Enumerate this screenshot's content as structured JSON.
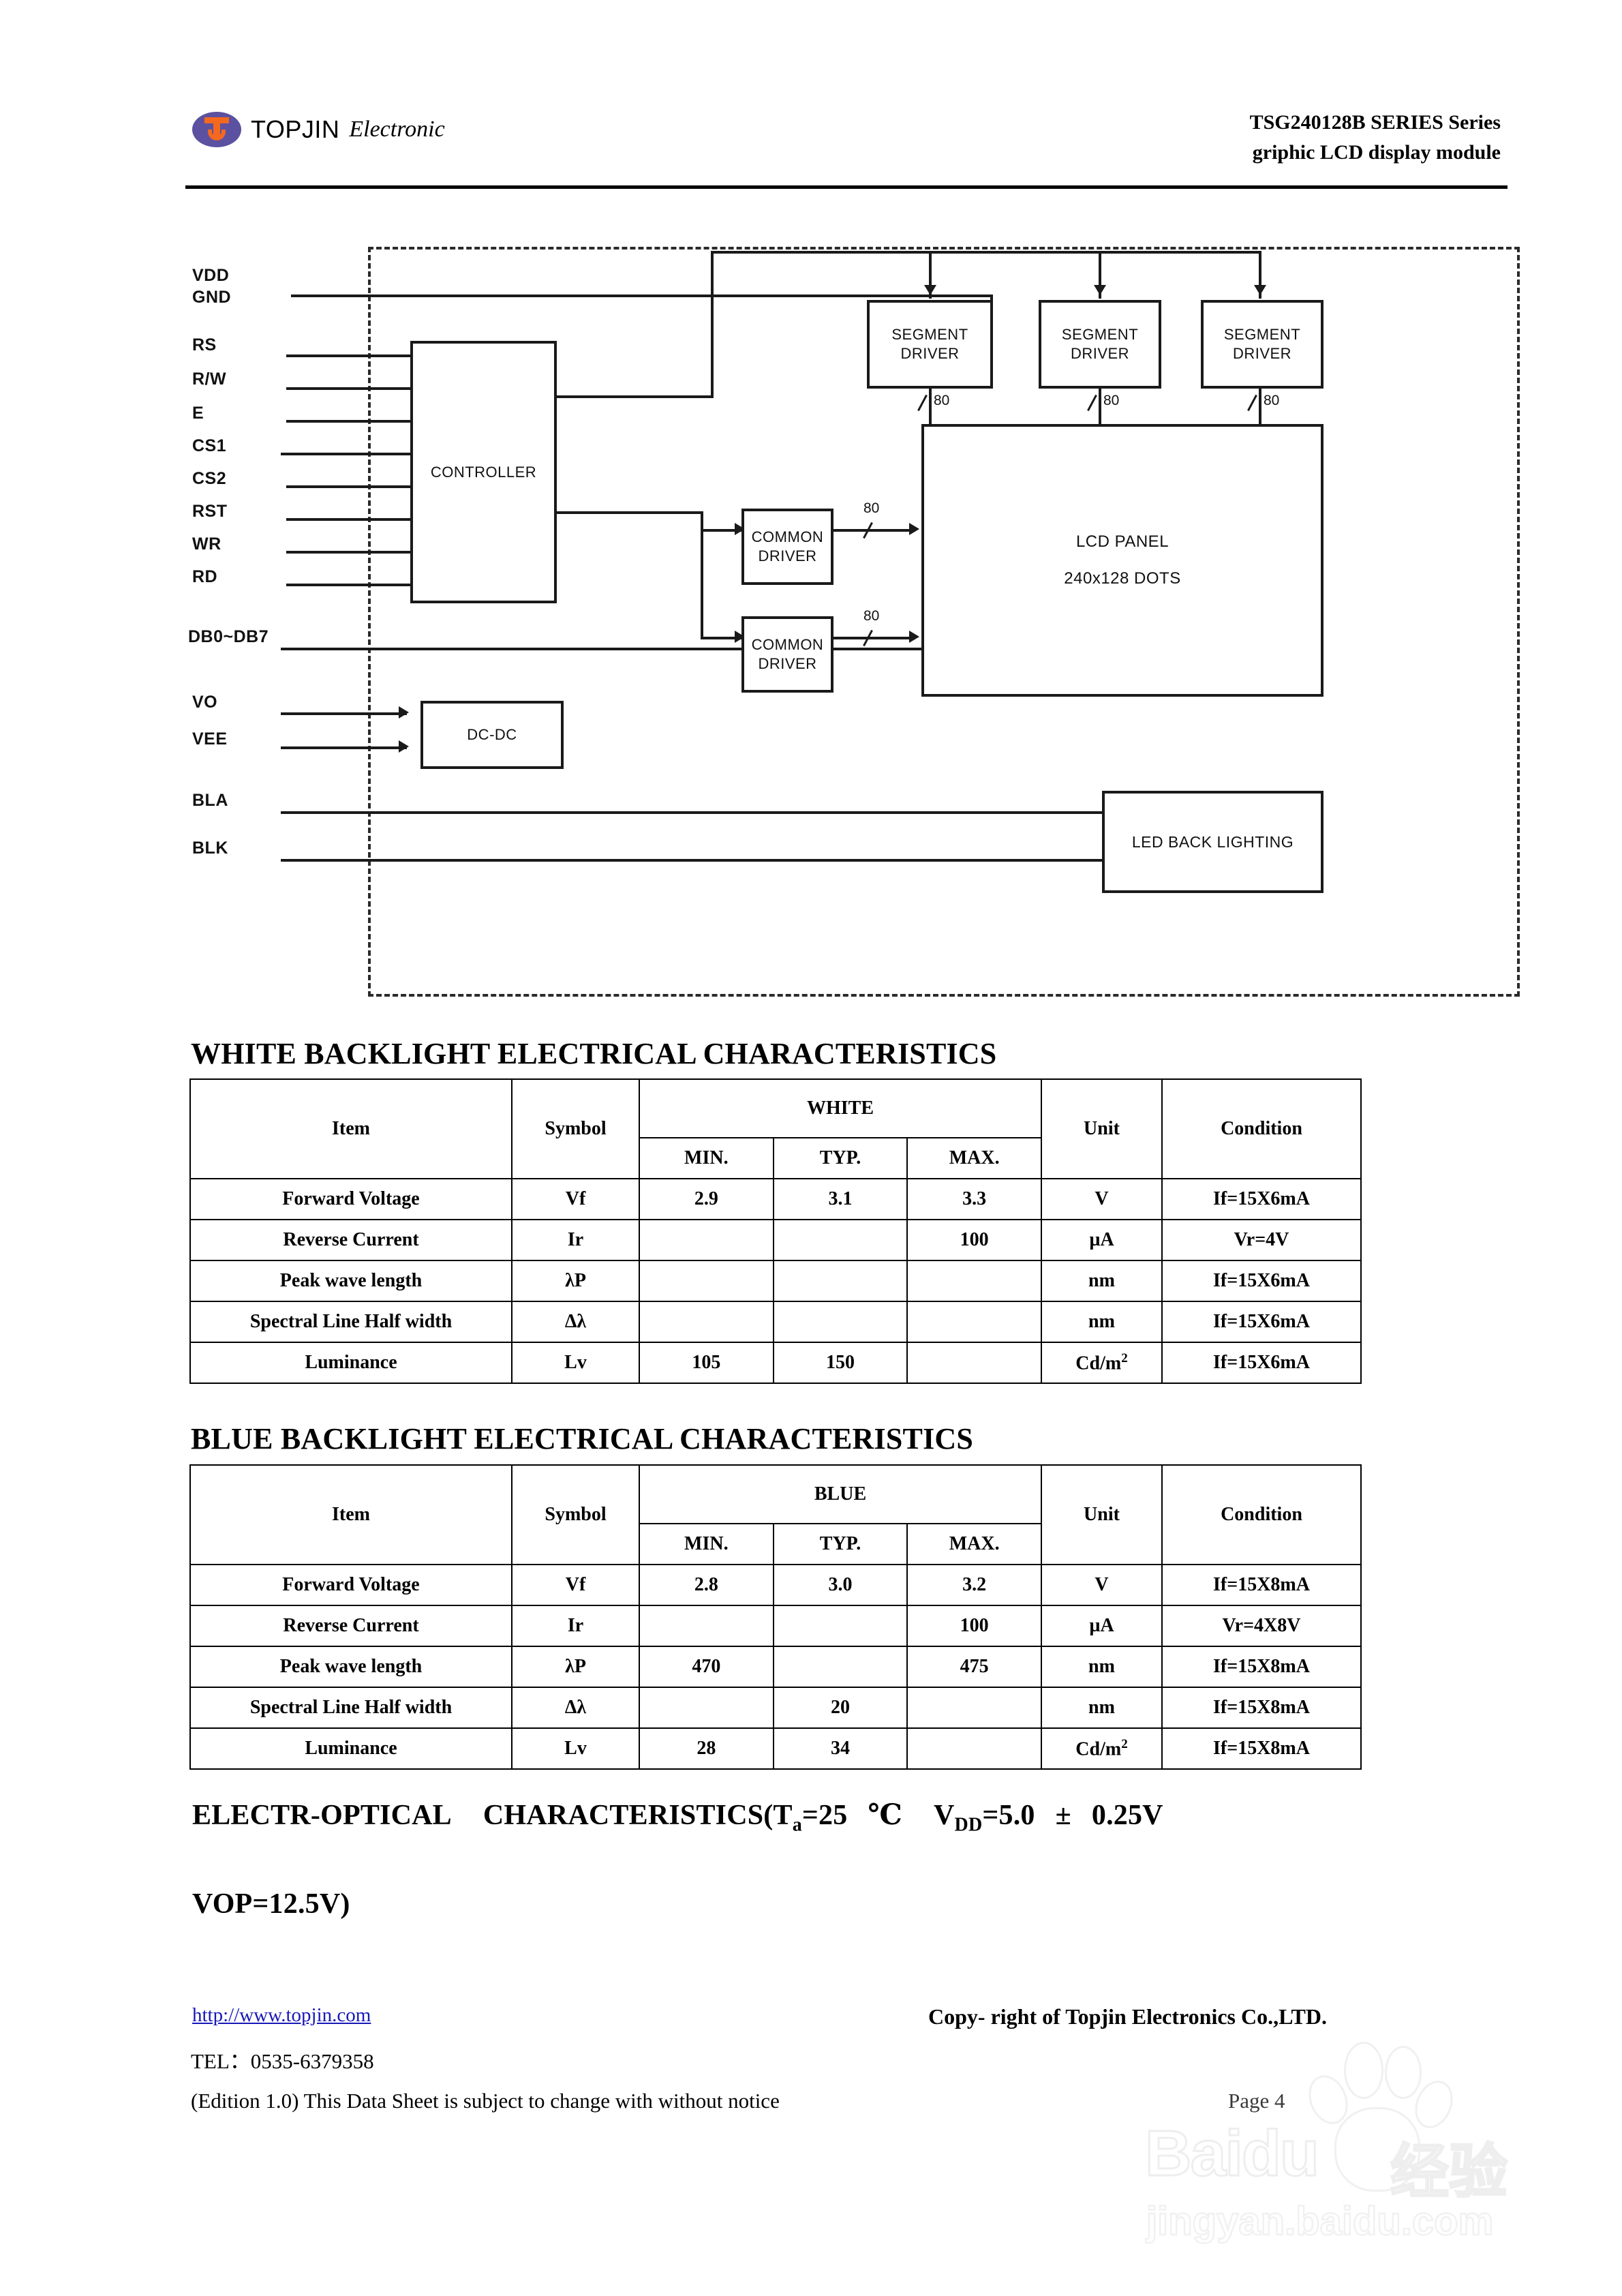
{
  "header": {
    "brand_name": "TOPJIN",
    "brand_sub": "Electronic",
    "product_line1": "TSG240128B SERIES Series",
    "product_line2": "griphic LCD display module"
  },
  "diagram": {
    "pins_top": [
      "VDD",
      "GND"
    ],
    "pins_control": [
      "RS",
      "R/W",
      "E",
      "CS1",
      "CS2",
      "RST",
      "WR",
      "RD"
    ],
    "pin_data": "DB0~DB7",
    "pins_power": [
      "VO",
      "VEE"
    ],
    "pins_backlight": [
      "BLA",
      "BLK"
    ],
    "controller_label": "CONTROLLER",
    "dcdc_label": "DC-DC",
    "segment_driver_label_line1": "SEGMENT",
    "segment_driver_label_line2": "DRIVER",
    "common_driver_label_line1": "COMMON",
    "common_driver_label_line2": "DRIVER",
    "lcd_panel_line1": "LCD PANEL",
    "lcd_panel_line2": "240x128 DOTS",
    "backlight_label": "LED BACK LIGHTING",
    "seg_bus_labels": [
      "80",
      "80",
      "80"
    ],
    "com_bus_labels": [
      "80",
      "80"
    ]
  },
  "white_section": {
    "title": "WHITE BACKLIGHT ELECTRICAL CHARACTERISTICS",
    "headers": {
      "item": "Item",
      "symbol": "Symbol",
      "group": "WHITE",
      "unit": "Unit",
      "condition": "Condition",
      "min": "MIN.",
      "typ": "TYP.",
      "max": "MAX."
    },
    "rows": [
      {
        "item": "Forward Voltage",
        "symbol": "Vf",
        "min": "2.9",
        "typ": "3.1",
        "max": "3.3",
        "unit": "V",
        "condition": "If=15X6mA"
      },
      {
        "item": "Reverse Current",
        "symbol": "Ir",
        "min": "",
        "typ": "",
        "max": "100",
        "unit": "µA",
        "condition": "Vr=4V"
      },
      {
        "item": "Peak wave length",
        "symbol": "λP",
        "min": "",
        "typ": "",
        "max": "",
        "unit": "nm",
        "condition": "If=15X6mA"
      },
      {
        "item": "Spectral Line Half width",
        "symbol": "Δλ",
        "min": "",
        "typ": "",
        "max": "",
        "unit": "nm",
        "condition": "If=15X6mA"
      },
      {
        "item": "Luminance",
        "symbol": "Lv",
        "min": "105",
        "typ": "150",
        "max": "",
        "unit": "Cd/m",
        "unit_sup": "2",
        "condition": "If=15X6mA"
      }
    ]
  },
  "blue_section": {
    "title": "BLUE BACKLIGHT ELECTRICAL CHARACTERISTICS",
    "headers": {
      "item": "Item",
      "symbol": "Symbol",
      "group": "BLUE",
      "unit": "Unit",
      "condition": "Condition",
      "min": "MIN.",
      "typ": "TYP.",
      "max": "MAX."
    },
    "rows": [
      {
        "item": "Forward Voltage",
        "symbol": "Vf",
        "min": "2.8",
        "typ": "3.0",
        "max": "3.2",
        "unit": "V",
        "condition": "If=15X8mA"
      },
      {
        "item": "Reverse Current",
        "symbol": "Ir",
        "min": "",
        "typ": "",
        "max": "100",
        "unit": "µA",
        "condition": "Vr=4X8V"
      },
      {
        "item": "Peak wave length",
        "symbol": "λP",
        "min": "470",
        "typ": "",
        "max": "475",
        "unit": "nm",
        "condition": "If=15X8mA"
      },
      {
        "item": "Spectral Line Half width",
        "symbol": "Δλ",
        "min": "",
        "typ": "20",
        "max": "",
        "unit": "nm",
        "condition": "If=15X8mA"
      },
      {
        "item": "Luminance",
        "symbol": "Lv",
        "min": "28",
        "typ": "34",
        "max": "",
        "unit": "Cd/m",
        "unit_sup": "2",
        "condition": "If=15X8mA"
      }
    ]
  },
  "electro_optical": {
    "part1": "ELECTR-OPTICAL",
    "part2": "CHARACTERISTICS(T",
    "sub_a": "a",
    "part3": "=25",
    "celsius": "℃",
    "vdd": "V",
    "sub_dd": "DD",
    "vdd_value": "=5.0",
    "plusminus": "±",
    "tolerance": "0.25V",
    "line2": "VOP=12.5V)"
  },
  "footer": {
    "url": "http://www.topjin.com",
    "tel": "TEL：0535-6379358",
    "edition": "(Edition 1.0) This Data Sheet is subject to change with without notice",
    "copyright": "Copy- right of Topjin Electronics Co.,LTD.",
    "page": "Page 4"
  },
  "watermark": {
    "main": "Baidu",
    "cn": "经验",
    "sub": "jingyan.baidu.com"
  }
}
